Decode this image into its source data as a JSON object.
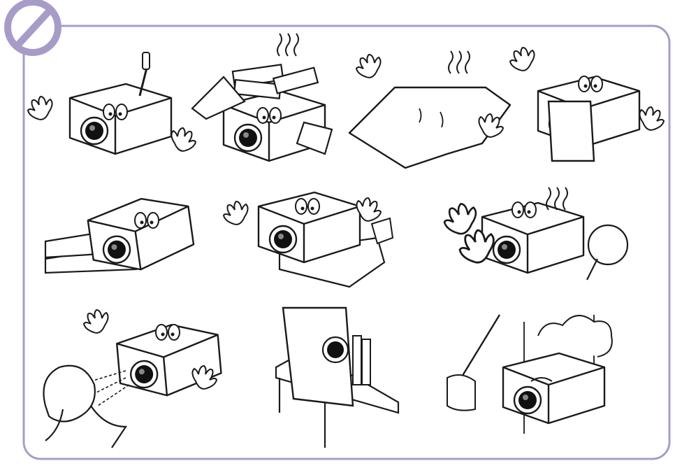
{
  "page": {
    "frame_color": "#A79CC8",
    "line_color": "#1a1a1a",
    "lens_color": "#111111",
    "prohibition_icon": "no-entry-icon"
  },
  "panels": [
    {
      "scene": "screwdriver-on-projector"
    },
    {
      "scene": "projector-buried-under-books"
    },
    {
      "scene": "projector-covered-by-cloth"
    },
    {
      "scene": "projector-lens-blocked"
    },
    {
      "scene": "projector-on-soft-blankets"
    },
    {
      "scene": "projector-tilted-with-cup-spill"
    },
    {
      "scene": "projector-vents-blocked-by-hands"
    },
    {
      "scene": "person-staring-into-lens"
    },
    {
      "scene": "projector-on-edge-of-table"
    },
    {
      "scene": "projector-in-dusty-room"
    }
  ]
}
